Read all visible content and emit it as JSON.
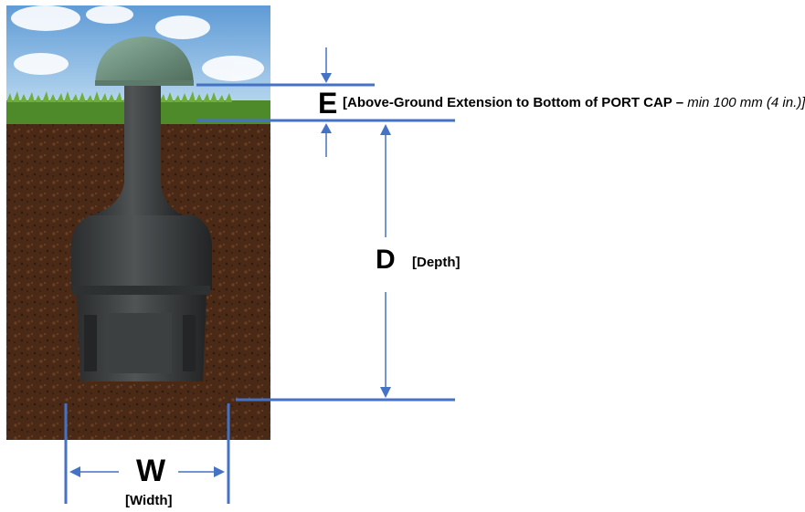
{
  "labels": {
    "e_letter": "E",
    "e_caption_main": "[Above-Ground Extension to Bottom of PORT CAP – ",
    "e_caption_min": "min 100 mm (4 in.)]",
    "d_letter": "D",
    "d_caption": "[Depth]",
    "w_letter": "W",
    "w_caption": "[Width]"
  },
  "colors": {
    "dimension_line": "#4472c4",
    "sky": "#7fb3e0",
    "grass": "#4f8a2a",
    "soil": "#4a2a17",
    "device_body": "#3a3d3e",
    "port_cap": "#6e8f7b"
  }
}
